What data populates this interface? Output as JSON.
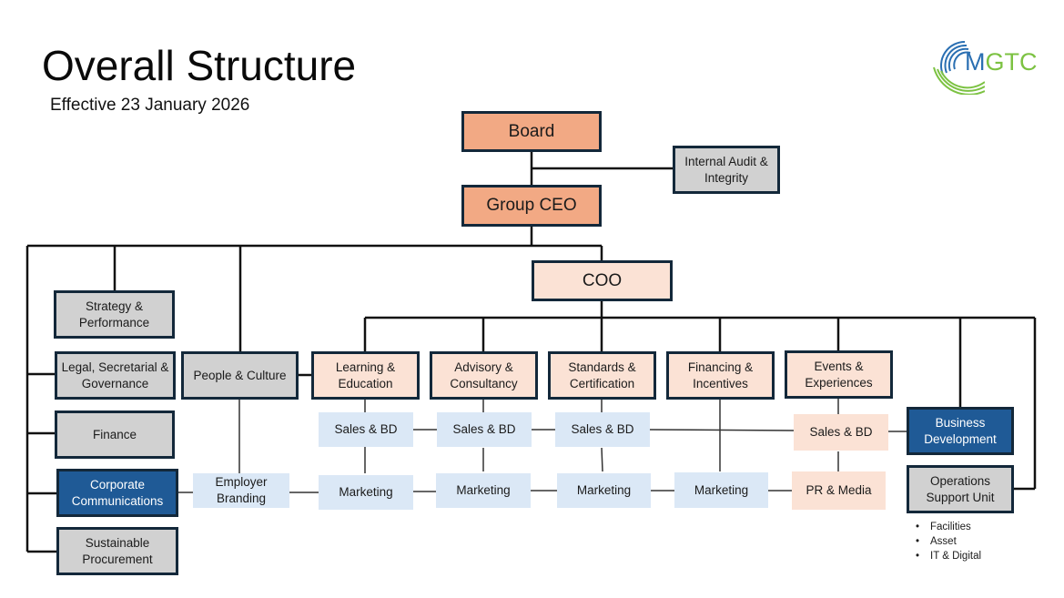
{
  "header": {
    "title": "Overall Structure",
    "subtitle": "Effective 23 January 2026"
  },
  "logo": {
    "icon": "arcs-logo-icon",
    "text_first": "M",
    "text_rest": "GTC",
    "colors": {
      "blue": "#2a6fb2",
      "green": "#7cc242"
    }
  },
  "colors": {
    "executive": "#f2a984",
    "coo_and_operations": "#fbe2d5",
    "support_function": "#d1d1d1",
    "highlighted_function": "#1f5a96",
    "sub_unit": "#dbe8f6",
    "border": "#13283a"
  },
  "org": {
    "board": "Board",
    "internal_audit": "Internal Audit & Integrity",
    "group_ceo": "Group CEO",
    "coo": "COO",
    "ceo_support": [
      "Strategy & Performance",
      "Legal, Secretarial & Governance",
      "Finance",
      "Corporate Communications",
      "Sustainable Procurement"
    ],
    "people_culture": "People & Culture",
    "employer_branding": "Employer Branding",
    "coo_divisions": [
      "Learning & Education",
      "Advisory & Consultancy",
      "Standards & Certification",
      "Financing & Incentives",
      "Events & Experiences"
    ],
    "sales_units": [
      "Sales & BD",
      "Sales & BD",
      "Sales & BD",
      "Sales & BD"
    ],
    "marketing_units": [
      "Marketing",
      "Marketing",
      "Marketing",
      "Marketing"
    ],
    "pr_media": "PR & Media",
    "business_development": "Business Development",
    "operations_support": "Operations Support Unit",
    "operations_support_items": [
      "Facilities",
      "Asset",
      "IT & Digital"
    ]
  }
}
